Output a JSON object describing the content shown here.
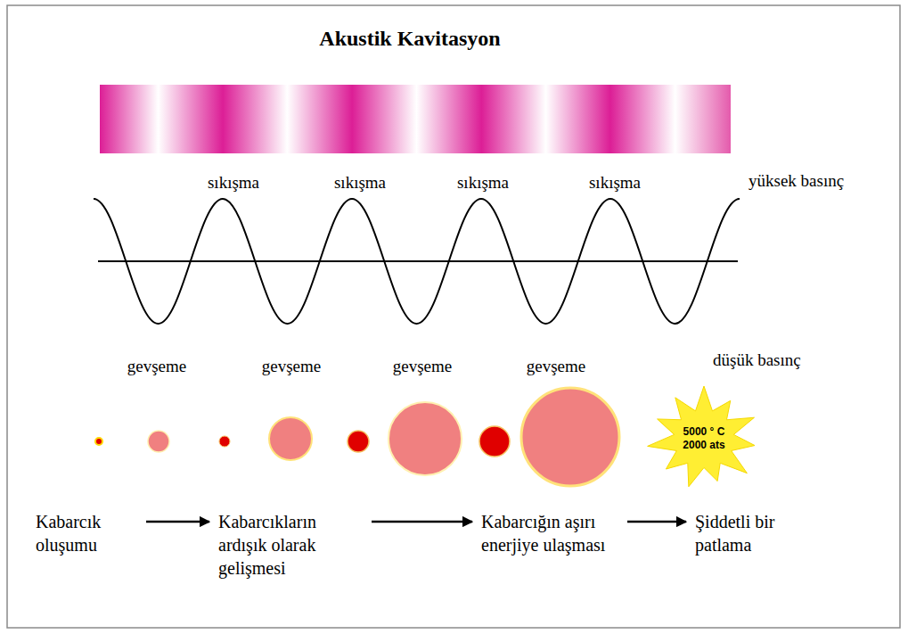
{
  "diagram": {
    "title": "Akustik Kavitasyon",
    "nodes": [
      {
        "text": [
          "5000 ° C",
          "2000 ats"
        ]
      },
      {
        "text": [
          "Kabarcık oluşumu"
        ]
      },
      {
        "text": [
          "Kabarcıkların ardışık olarak gelişmesi"
        ]
      },
      {
        "text": [
          "Kabarcığın aşırı enerjiye ulaşması"
        ]
      },
      {
        "text": [
          "Şiddetli bir patlama"
        ]
      }
    ],
    "edges": [
      {
        "from": 1,
        "to": 2,
        "arrow": "to"
      },
      {
        "from": 2,
        "to": 3,
        "arrow": "to"
      },
      {
        "from": 3,
        "to": 4,
        "arrow": "to"
      }
    ],
    "labels": [
      "sıkışma",
      "sıkışma",
      "sıkışma",
      "sıkışma",
      "yüksek basınç",
      "gevşeme",
      "gevşeme",
      "gevşeme",
      "gevşeme",
      "düşük basınç"
    ]
  }
}
